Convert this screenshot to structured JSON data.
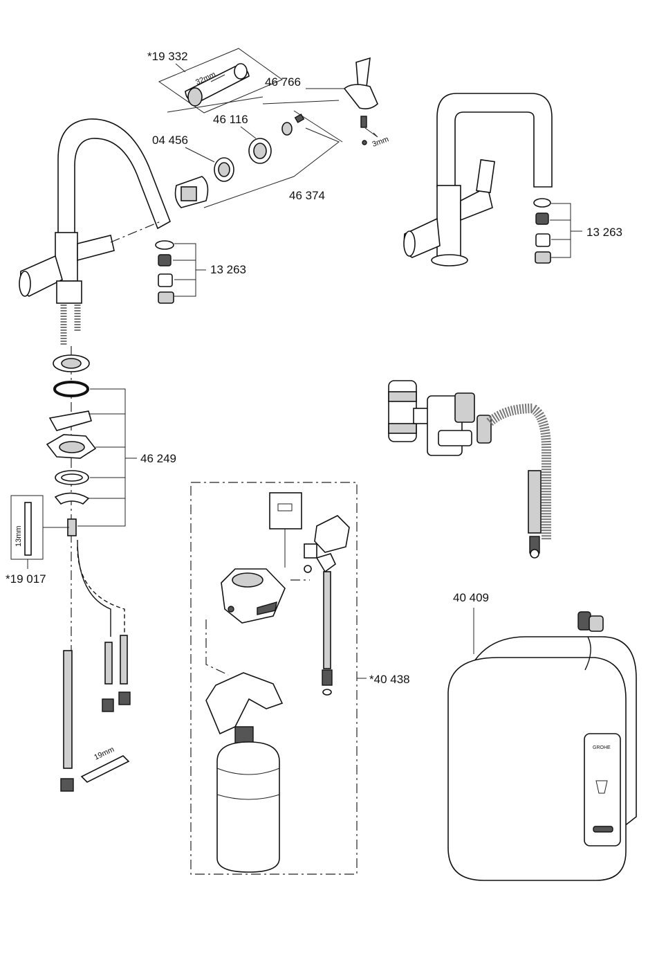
{
  "parts": {
    "p19332": "*19 332",
    "p46766": "46 766",
    "p46116": "46 116",
    "p04456": "04 456",
    "p46374": "46 374",
    "p13263_left": "13 263",
    "p13263_right": "13 263",
    "p46249": "46 249",
    "p19017": "*19 017",
    "p40438": "*40 438",
    "p40409": "40 409"
  },
  "dimensions": {
    "d32mm": "32mm",
    "d3mm": "3mm",
    "d13mm": "13mm",
    "d19mm": "19mm"
  },
  "brand": "GROHE",
  "colors": {
    "line": "#111111",
    "shade": "#cfcfcf",
    "background": "#ffffff"
  }
}
